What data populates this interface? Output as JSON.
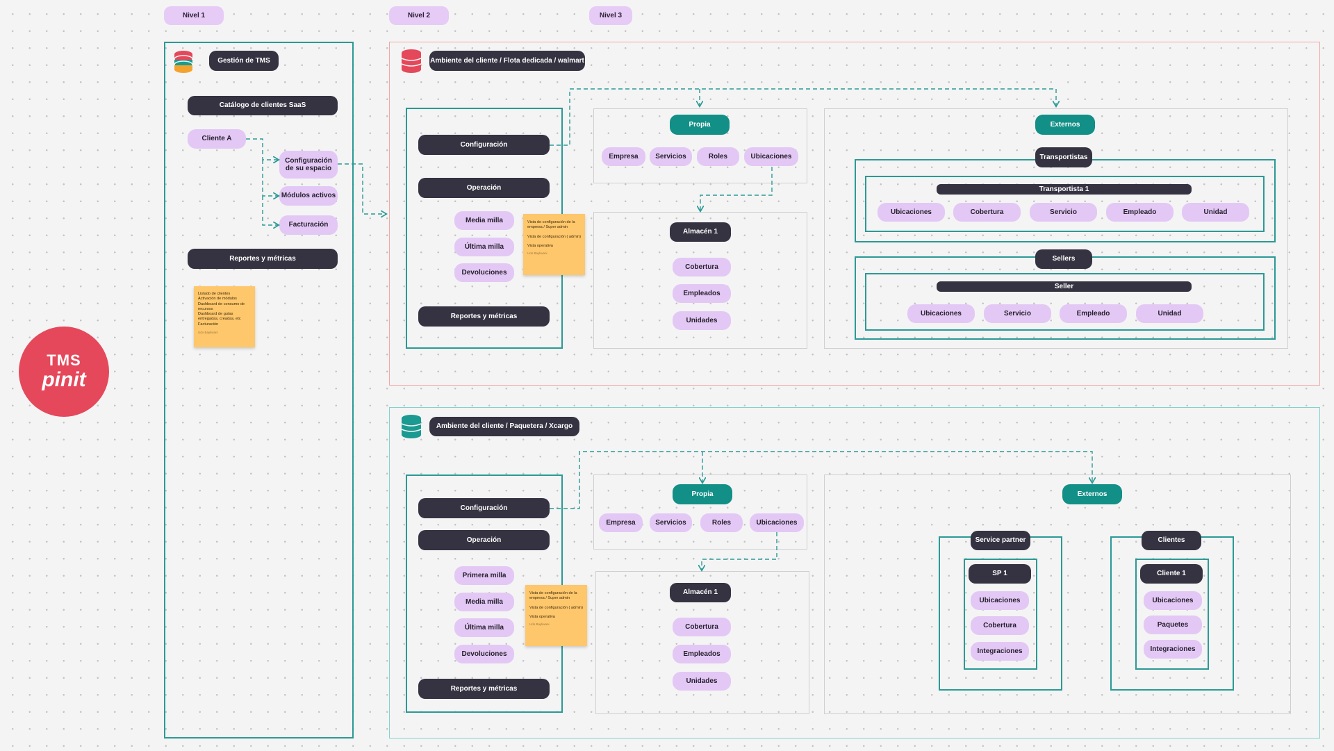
{
  "levels": {
    "l1": "Nivel 1",
    "l2": "Nivel 2",
    "l3": "Nivel 3"
  },
  "logo": {
    "line1": "TMS",
    "line2": "pinit"
  },
  "nivel1": {
    "title": "Gestión de TMS",
    "catalog": "Catálogo de clientes SaaS",
    "client": "Cliente A",
    "client_items": [
      "Configuración de su espacio",
      "Módulos activos",
      "Facturación"
    ],
    "reports": "Reportes y métricas",
    "note": {
      "lines": [
        "Listado de clientes",
        "Activación de módulos",
        "Dashboard de consumo de recursos",
        "Dashboard de guías entregadas, creadas, etc",
        "Facturación"
      ],
      "author": "Udo Bayliwani"
    }
  },
  "env1": {
    "title": "Ambiente del cliente / Flota dedicada / walmart",
    "config": "Configuración",
    "operation": "Operación",
    "op_items": [
      "Media milla",
      "Última milla",
      "Devoluciones"
    ],
    "reports": "Reportes y métricas",
    "note": {
      "lines": [
        "Vista de configuración de la empresa / Super admin",
        "Vista de configuración ( admin)",
        "Vista operativa"
      ],
      "author": "Udo Bayliwani"
    },
    "propia": "Propia",
    "propia_items": [
      "Empresa",
      "Servicios",
      "Roles",
      "Ubicaciones"
    ],
    "almacen": "Almacén 1",
    "almacen_items": [
      "Cobertura",
      "Empleados",
      "Unidades"
    ],
    "externos": "Externos",
    "transportistas": "Transportistas",
    "transportista1": "Transportista 1",
    "transportista_items": [
      "Ubicaciones",
      "Cobertura",
      "Servicio",
      "Empleado",
      "Unidad"
    ],
    "sellers": "Sellers",
    "seller": "Seller",
    "seller_items": [
      "Ubicaciones",
      "Servicio",
      "Empleado",
      "Unidad"
    ]
  },
  "env2": {
    "title": "Ambiente del cliente / Paquetera  / Xcargo",
    "config": "Configuración",
    "operation": "Operación",
    "op_items": [
      "Primera milla",
      "Media milla",
      "Última milla",
      "Devoluciones"
    ],
    "reports": "Reportes y métricas",
    "note": {
      "lines": [
        "Vista de configuración de la empresa / Super admin",
        "Vista de configuración ( admin)",
        "Vista operativa"
      ],
      "author": "Udo Bayliwani"
    },
    "propia": "Propia",
    "propia_items": [
      "Empresa",
      "Servicios",
      "Roles",
      "Ubicaciones"
    ],
    "almacen": "Almacén 1",
    "almacen_items": [
      "Cobertura",
      "Empleados",
      "Unidades"
    ],
    "externos": "Externos",
    "service_partner": "Service partner",
    "sp1": "SP 1",
    "sp_items": [
      "Ubicaciones",
      "Cobertura",
      "Integraciones"
    ],
    "clientes": "Clientes",
    "cliente1": "Cliente 1",
    "cliente_items": [
      "Ubicaciones",
      "Paquetes",
      "Integraciones"
    ]
  },
  "colors": {
    "teal": "#2a9a95",
    "red_frame": "#f2a6a6",
    "dark": "#353341",
    "lavender": "#e3c8f5",
    "green": "#128f86",
    "note": "#ffc76b",
    "logo": "#e5485a"
  }
}
